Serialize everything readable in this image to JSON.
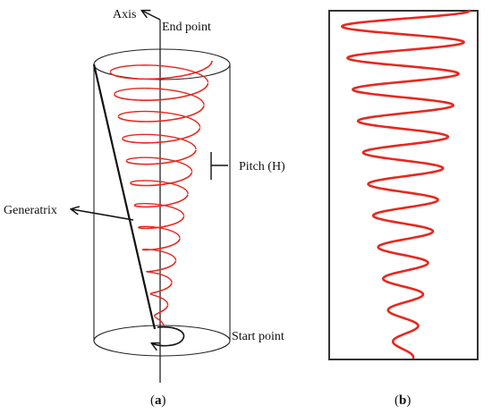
{
  "labels": {
    "axis": "Axis",
    "end_point": "End point",
    "pitch": "Pitch (H)",
    "generatrix": "Generatrix",
    "start_point": "Start point"
  },
  "captions": {
    "a_open": "(",
    "a_letter": "a",
    "a_close": ")",
    "b_open": "(",
    "b_letter": "b",
    "b_close": ")"
  },
  "colors": {
    "helix": "#e8281e",
    "line": "#111111",
    "outline": "#333333"
  }
}
